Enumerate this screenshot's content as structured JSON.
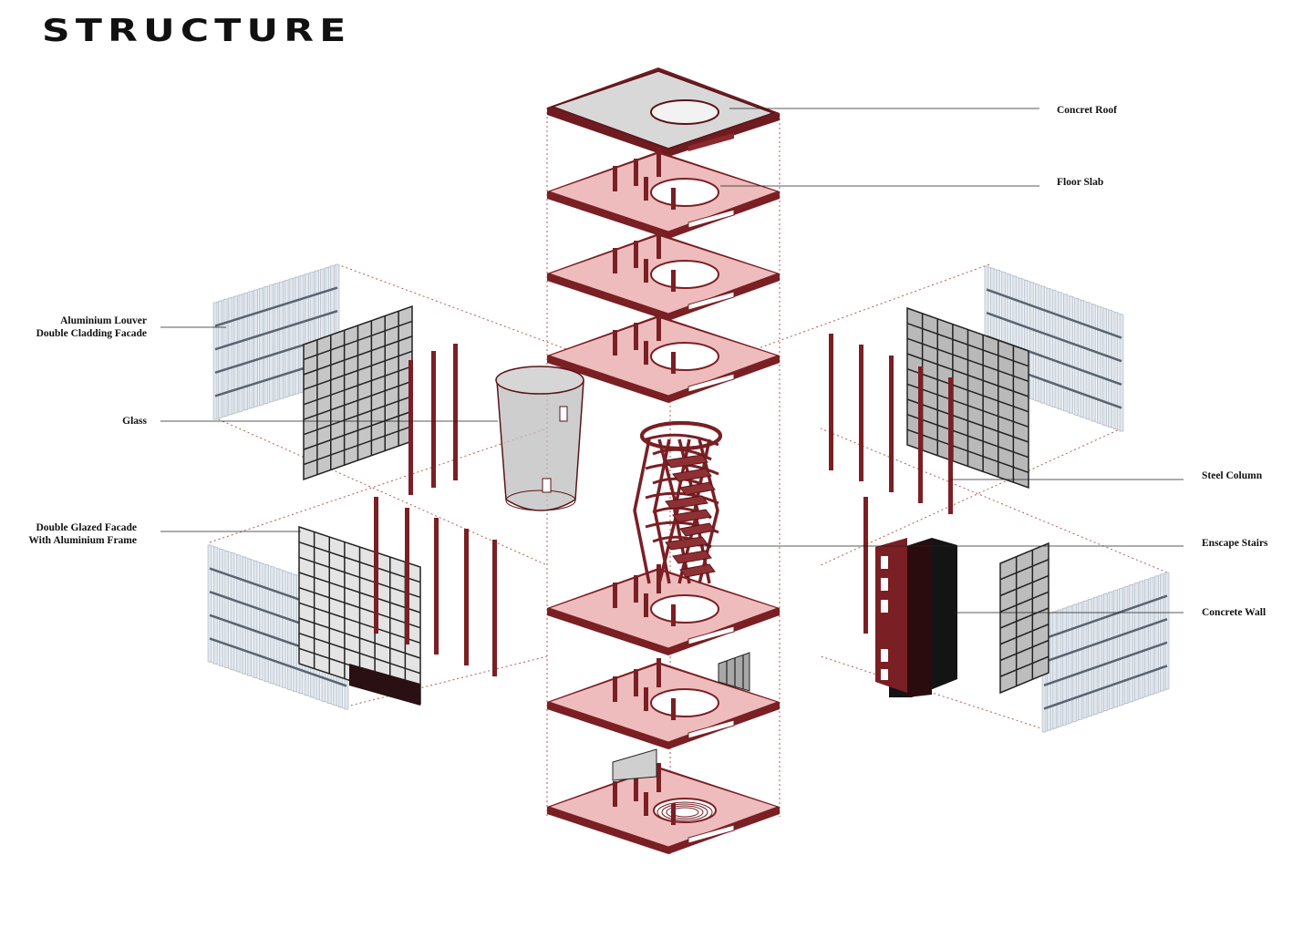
{
  "title": "STRUCTURE",
  "labels": {
    "concrete_roof": "Concret Roof",
    "floor_slab": "Floor Slab",
    "louver_line1": "Aluminium Louver",
    "louver_line2": "Double Cladding Facade",
    "glass": "Glass",
    "steel_column": "Steel Column",
    "double_glazed_line1": "Double Glazed Facade",
    "double_glazed_line2": "With Aluminium Frame",
    "escape_stairs": "Enscape Stairs",
    "concrete_wall": "Concrete Wall"
  },
  "colors": {
    "slab_fill": "#eebcbc",
    "slab_edge": "#7a1f24",
    "column": "#7a1f24",
    "roof_fill": "#d9d9d9",
    "louver": "#dfe6ee",
    "glass_panel": "#9a9a9a",
    "guide_line": "#b85b50",
    "concrete_wall": "#151515"
  }
}
